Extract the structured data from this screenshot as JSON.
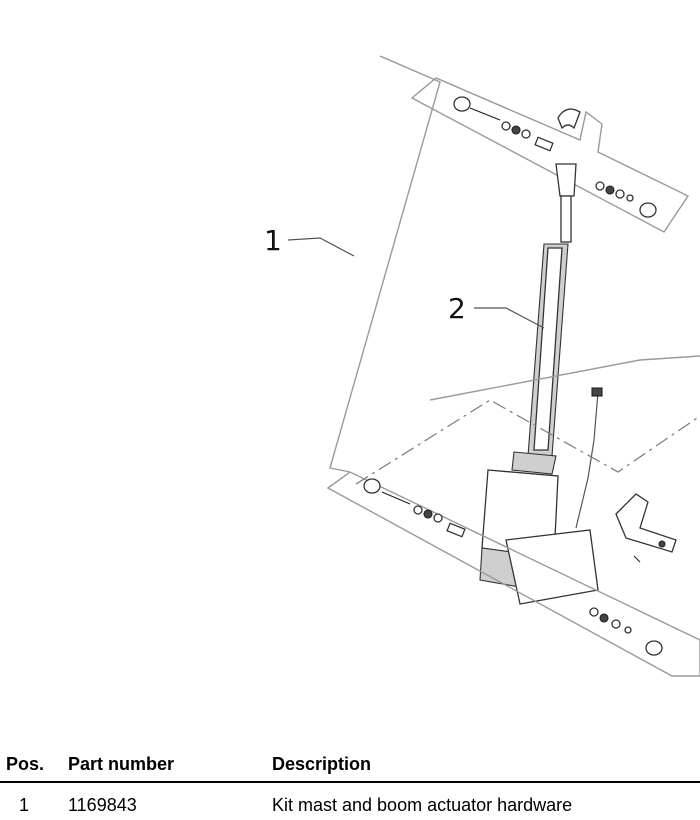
{
  "diagram": {
    "callouts": [
      {
        "label": "1"
      },
      {
        "label": "2"
      }
    ]
  },
  "table": {
    "headers": {
      "pos": "Pos.",
      "part_number": "Part number",
      "description": "Description"
    },
    "rows": [
      {
        "pos": "1",
        "part_number": "1169843",
        "description": "Kit mast and boom actuator hardware"
      }
    ]
  }
}
